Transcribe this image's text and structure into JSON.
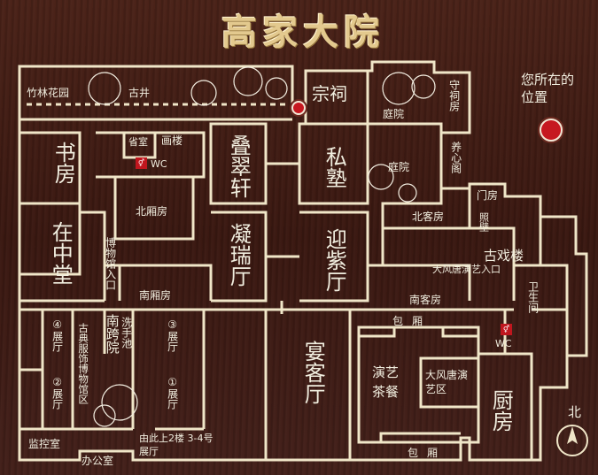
{
  "title": "高家大院",
  "you_are_here": "您所在的位置",
  "north": "北",
  "colors": {
    "wall": "#f0e6c8",
    "marker": "#c61820",
    "title": "#e3c98e"
  },
  "labels": {
    "bamboo_garden": "竹林花园",
    "old_well": "古井",
    "ancestral_hall": "宗祠",
    "courtyard_a": "庭院",
    "guard_room": "守祠房",
    "sheng_room": "省室",
    "painting_tower": "画楼",
    "wc1": "WC",
    "study": "书房",
    "dieciu": "叠翠轩",
    "private_school": "私塾",
    "courtyard_b": "庭院",
    "yangxin": "养心阁",
    "north_wing": "北厢房",
    "gate_room": "门房",
    "north_guest": "北客房",
    "zhaobi": "照壁",
    "zaizhongtang": "在中堂",
    "museum_entry": "博物馆入口",
    "ningrui": "凝瑞厅",
    "yingzi": "迎紫厅",
    "theater": "古戏楼",
    "tang_entry": "大风唐演艺入口",
    "restroom": "卫生间",
    "south_wing": "南厢房",
    "south_guest": "南客房",
    "box_top": "包厢",
    "wc2": "WC",
    "hall4": "④展厅",
    "nankuayuan": "南跨院",
    "handwash": "洗手池",
    "hall3": "③展厅",
    "costume_museum": "古典服饰博物馆区",
    "banquet": "宴客厅",
    "tea_hall": "演艺茶餐",
    "tang_hall": "大风唐演艺区",
    "hall2": "②展厅",
    "hall1": "①展厅",
    "kitchen": "厨房",
    "upstairs": "由此上2楼 3-4号展厅",
    "monitor": "监控室",
    "office": "办公室",
    "box_bottom": "包厢"
  }
}
